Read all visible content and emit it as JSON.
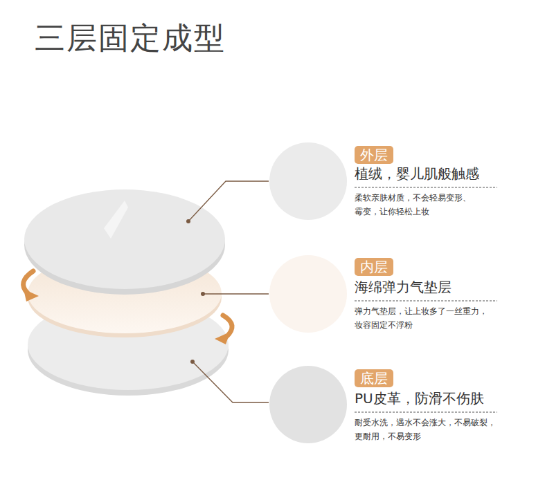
{
  "diagram": {
    "title": "三层固定成型",
    "nodes": [
      {
        "text": [
          "外层"
        ]
      },
      {
        "text": [
          "内层"
        ]
      },
      {
        "text": [
          "底层"
        ]
      }
    ],
    "labels": [
      "植绒，婴儿肌般触感",
      "柔软亲肤材质，不会轻易变形、 霉变，让你轻松上妆",
      "海绵弹力气垫层",
      "弹力气垫层，让上妆多了一丝重力， 妆容固定不浮粉",
      "PU皮革，防滑不伤肤",
      "耐受水洗，遇水不会涨大，不易破裂， 更耐用，不易变形"
    ]
  }
}
